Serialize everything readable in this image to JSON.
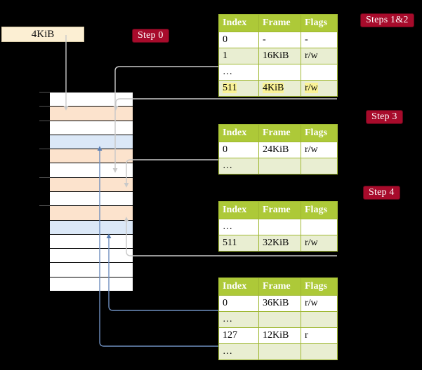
{
  "diagram": {
    "title_note": "four-level page table walk",
    "source_box": {
      "label": "4KiB"
    },
    "badges": [
      {
        "name": "step-0",
        "label": "Step 0"
      },
      {
        "name": "steps-1-and-2",
        "label": "Steps 1&2"
      },
      {
        "name": "step-3",
        "label": "Step 3"
      },
      {
        "name": "step-4",
        "label": "Step 4"
      }
    ],
    "tables": [
      {
        "name": "table-level-1",
        "headers": [
          "Index",
          "Frame",
          "Flags"
        ],
        "rows": [
          {
            "cells": [
              "0",
              "-",
              "-"
            ],
            "shade": "plain",
            "highlight": false
          },
          {
            "cells": [
              "1",
              "16KiB",
              "r/w"
            ],
            "shade": "alt",
            "highlight": false
          },
          {
            "cells": [
              "…",
              "",
              ""
            ],
            "shade": "plain",
            "highlight": false
          },
          {
            "cells": [
              "511",
              "4KiB",
              "r/w"
            ],
            "shade": "alt",
            "highlight": true
          }
        ]
      },
      {
        "name": "table-level-2",
        "headers": [
          "Index",
          "Frame",
          "Flags"
        ],
        "rows": [
          {
            "cells": [
              "0",
              "24KiB",
              "r/w"
            ],
            "shade": "plain",
            "highlight": false
          },
          {
            "cells": [
              "…",
              "",
              ""
            ],
            "shade": "alt",
            "highlight": false
          }
        ]
      },
      {
        "name": "table-level-3",
        "headers": [
          "Index",
          "Frame",
          "Flags"
        ],
        "rows": [
          {
            "cells": [
              "…",
              "",
              ""
            ],
            "shade": "plain",
            "highlight": false
          },
          {
            "cells": [
              "511",
              "32KiB",
              "r/w"
            ],
            "shade": "alt",
            "highlight": false
          }
        ]
      },
      {
        "name": "table-level-4",
        "headers": [
          "Index",
          "Frame",
          "Flags"
        ],
        "rows": [
          {
            "cells": [
              "0",
              "36KiB",
              "r/w"
            ],
            "shade": "plain",
            "highlight": false
          },
          {
            "cells": [
              "…",
              "",
              ""
            ],
            "shade": "alt",
            "highlight": false
          },
          {
            "cells": [
              "127",
              "12KiB",
              "r"
            ],
            "shade": "plain",
            "highlight": false
          },
          {
            "cells": [
              "…",
              "",
              ""
            ],
            "shade": "alt",
            "highlight": false
          }
        ]
      }
    ],
    "memory_column": {
      "name": "physical-memory-column",
      "rows": [
        {
          "shade": "white"
        },
        {
          "shade": "peach"
        },
        {
          "shade": "white"
        },
        {
          "shade": "blue"
        },
        {
          "shade": "peach"
        },
        {
          "shade": "white"
        },
        {
          "shade": "peach"
        },
        {
          "shade": "white"
        },
        {
          "shade": "peach"
        },
        {
          "shade": "blue"
        },
        {
          "shade": "white"
        },
        {
          "shade": "white"
        },
        {
          "shade": "white"
        },
        {
          "shade": "white"
        }
      ]
    },
    "colors": {
      "background": "#000000",
      "header_green": "#adc938",
      "table_alt_row": "#e9eed2",
      "badge_red": "#a70b2b",
      "cream": "#fcefd3",
      "peach": "#fce3cd",
      "blue": "#dbe8f7",
      "highlight_yellow": "#faf396",
      "gray_wire": "#c9c9c9",
      "blue_wire": "#6f8fbf"
    }
  }
}
